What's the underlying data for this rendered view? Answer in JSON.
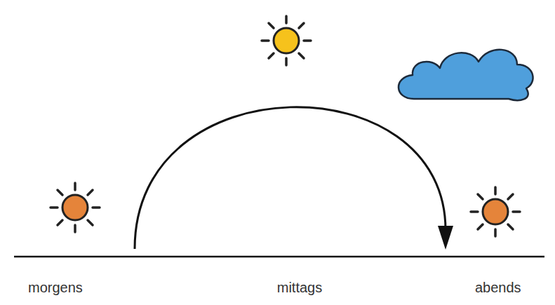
{
  "diagram": {
    "labels": [
      "morgens",
      "mittags",
      "abends"
    ]
  }
}
